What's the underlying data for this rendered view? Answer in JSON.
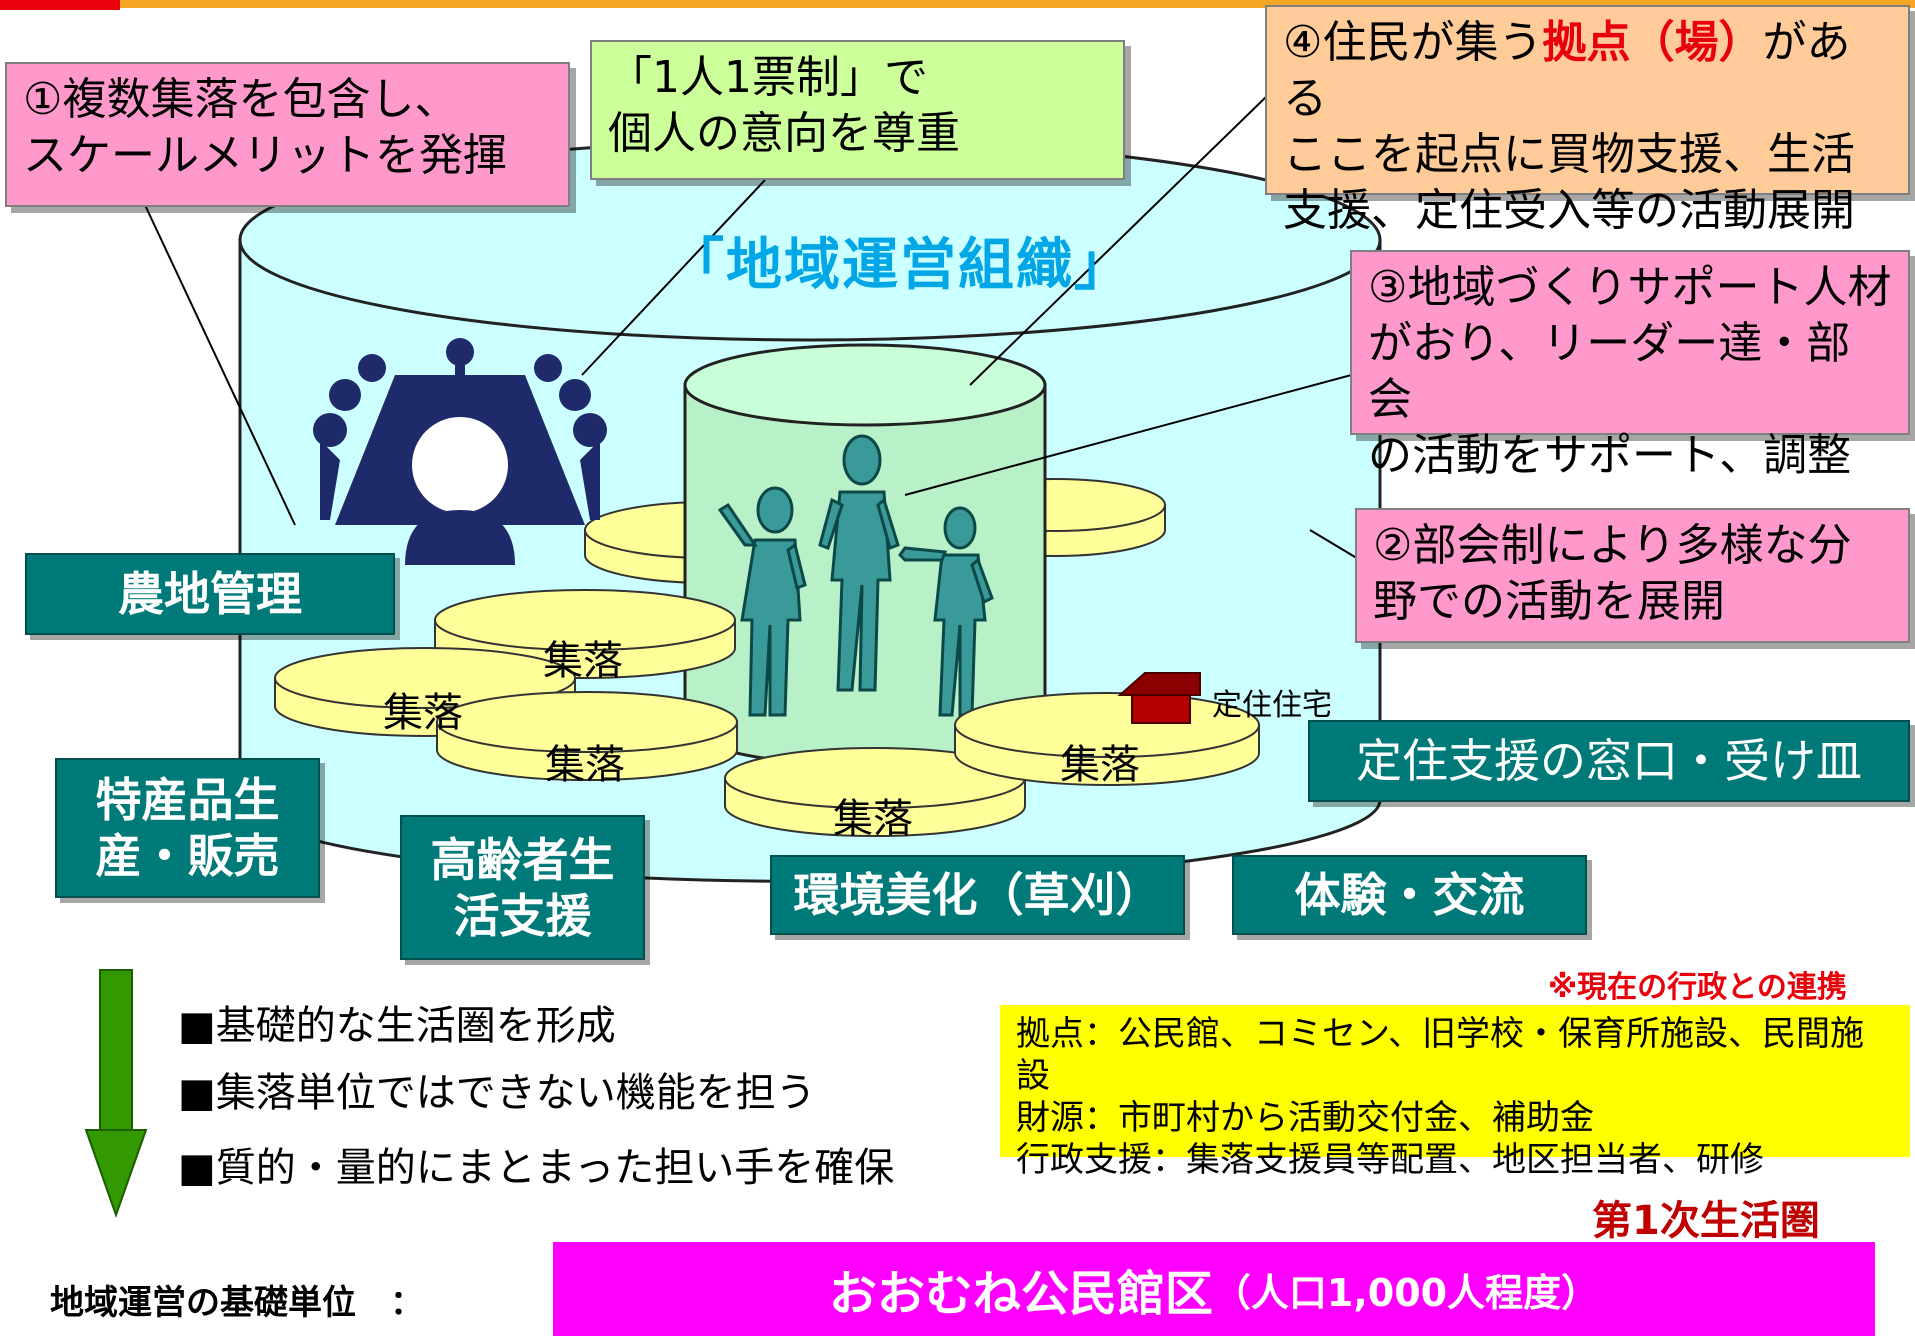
{
  "org_title": "「地域運営組織」",
  "callouts": {
    "c1_line1": "①複数集落を包含し、",
    "c1_line2": "スケールメリットを発揮",
    "vote_line1": "「1人1票制」で",
    "vote_line2": "個人の意向を尊重",
    "c4_prefix": "④住民が集う",
    "c4_highlight": "拠点（場）",
    "c4_suffix": "がある",
    "c4_line2": "ここを起点に買物支援、生活",
    "c4_line3": "支援、定住受入等の活動展開",
    "c3_line1": "③地域づくりサポート人材",
    "c3_line2": "がおり、リーダー達・部会",
    "c3_line3": "の活動をサポート、調整",
    "c2_line1": "②部会制により多様な分",
    "c2_line2": "野での活動を展開"
  },
  "villages": [
    "集落",
    "集落",
    "集落",
    "集落",
    "集落"
  ],
  "house_label": "定住住宅",
  "activities": {
    "farmland": "農地管理",
    "specialty_line1": "特産品生",
    "specialty_line2": "産・販売",
    "elderly_line1": "高齢者生",
    "elderly_line2": "活支援",
    "environment": "環境美化（草刈）",
    "exchange": "体験・交流",
    "settlement": "定住支援の窓口・受け皿"
  },
  "bullets": [
    "■基礎的な生活圏を形成",
    "■集落単位ではできない機能を担う",
    "■質的・量的にまとまった担い手を確保"
  ],
  "admin": {
    "note": "※現在の行政との連携",
    "lines": [
      "拠点：公民館、コミセン、旧学校・保育所施設、民間施設",
      "財源：市町村から活動交付金、補助金",
      "行政支援：集落支援員等配置、地区担当者、研修"
    ]
  },
  "primary_circle": "第1次生活圏",
  "equal_mark": "//",
  "basic_unit": {
    "label": "地域運営の基礎単位　：",
    "main": "おおむね公民館区",
    "sub": "（人口1,000人程度）"
  },
  "colors": {
    "pink": "#ff99cc",
    "light_green": "#ccff99",
    "orange": "#ffcc99",
    "teal": "#007a78",
    "cylinder": "#ccffff",
    "village_disc": "#ffff99",
    "arrow_green": "#339900",
    "magenta": "#ff00ff",
    "yellow": "#ffff00",
    "red": "#e8000b",
    "title_blue": "#00a6e6"
  },
  "icons": [
    "meeting-icon",
    "people-icon",
    "house-icon",
    "down-arrow-icon"
  ]
}
